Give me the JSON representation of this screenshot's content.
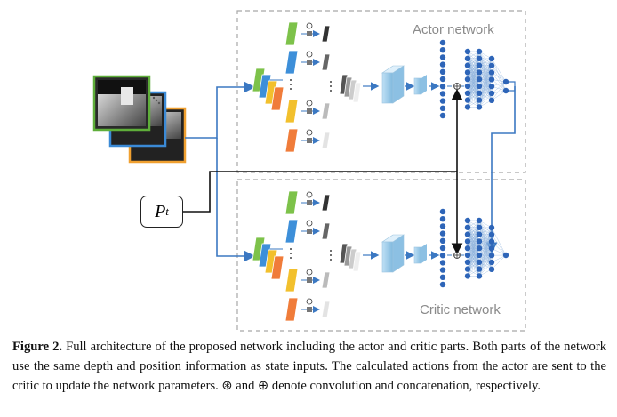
{
  "actor_label": "Actor network",
  "critic_label": "Critic network",
  "input_label_base": "P",
  "input_label_sub": "t",
  "caption": {
    "label": "Figure 2.",
    "text": " Full architecture of the proposed network including the actor and critic parts. Both parts of the network use the same depth and position information as state inputs. The calculated actions from the actor are sent to the critic to update the network parameters. ⊛ and ⊕ denote convolution and concatenation, respectively."
  },
  "colors": {
    "arrow": "#3b78c2",
    "node": "#2e65b8",
    "filters": [
      "#7dc24a",
      "#3d8fd9",
      "#f2c02d",
      "#f07c3a"
    ],
    "frame_borders": [
      "#5fae3a",
      "#3b8ad6",
      "#f0a030"
    ]
  }
}
